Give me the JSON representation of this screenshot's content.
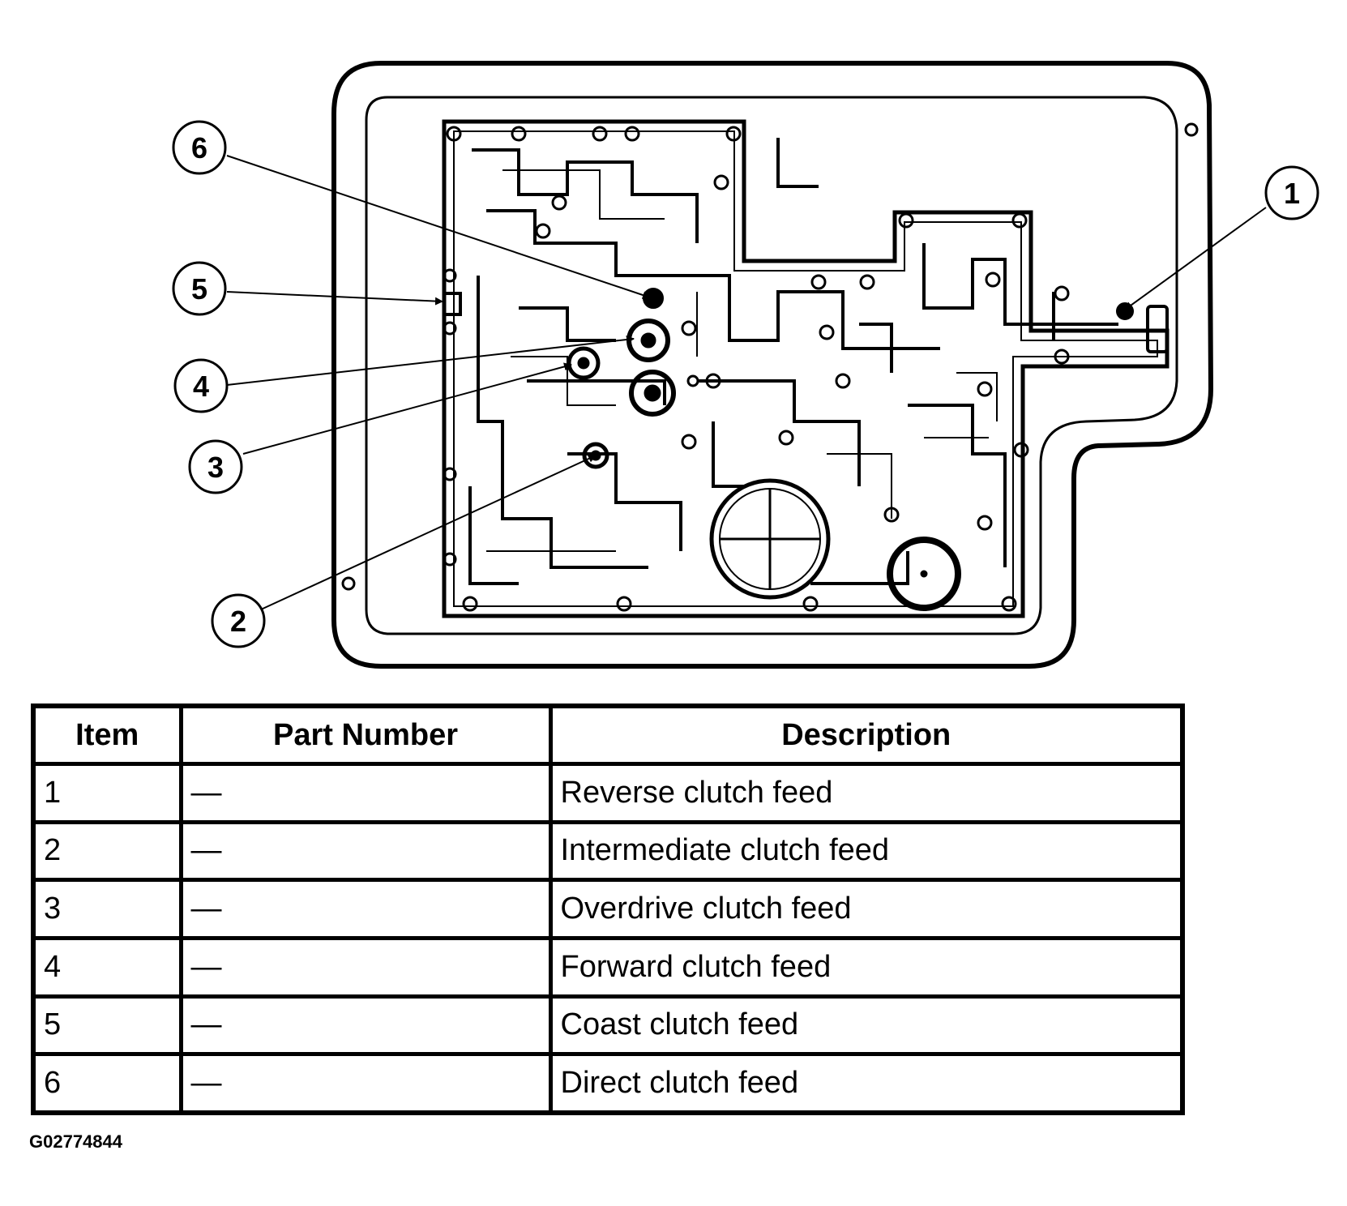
{
  "diagram": {
    "callouts": [
      "1",
      "2",
      "3",
      "4",
      "5",
      "6"
    ]
  },
  "table": {
    "headers": {
      "item": "Item",
      "part_number": "Part Number",
      "description": "Description"
    },
    "rows": [
      {
        "item": "1",
        "part_number": "—",
        "description": "Reverse clutch feed"
      },
      {
        "item": "2",
        "part_number": "—",
        "description": "Intermediate clutch feed"
      },
      {
        "item": "3",
        "part_number": "—",
        "description": "Overdrive clutch feed"
      },
      {
        "item": "4",
        "part_number": "—",
        "description": "Forward clutch feed"
      },
      {
        "item": "5",
        "part_number": "—",
        "description": "Coast clutch feed"
      },
      {
        "item": "6",
        "part_number": "—",
        "description": "Direct clutch feed"
      }
    ]
  },
  "figure_id": "G02774844"
}
